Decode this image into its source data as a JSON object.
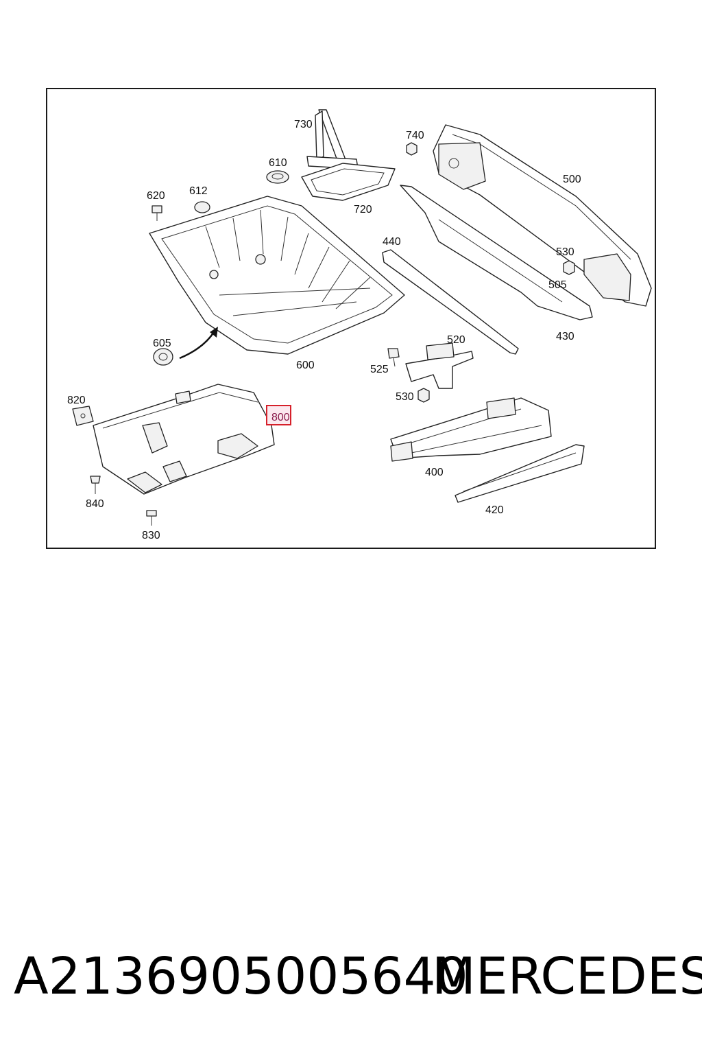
{
  "diagram": {
    "labels": {
      "l730": "730",
      "l740": "740",
      "l610": "610",
      "l720": "720",
      "l500": "500",
      "l620": "620",
      "l612": "612",
      "l440": "440",
      "l530a": "530",
      "l505": "505",
      "l430": "430",
      "l605": "605",
      "l600": "600",
      "l520": "520",
      "l525": "525",
      "l530b": "530",
      "l820": "820",
      "l800": "800",
      "l400": "400",
      "l840": "840",
      "l420": "420",
      "l830": "830"
    },
    "highlight_color": "#d6202a"
  },
  "footer": {
    "part_number": "A2136905005640",
    "brand": "MERCEDES"
  }
}
